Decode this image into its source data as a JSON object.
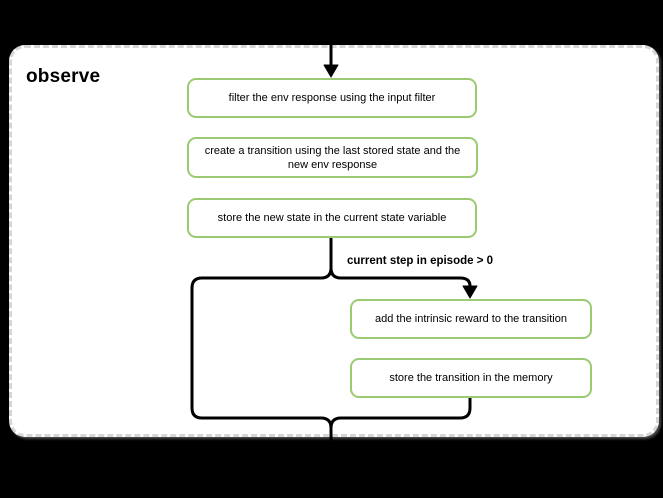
{
  "diagram": {
    "title": "observe",
    "condition_label": "current step in episode > 0",
    "nodes": [
      {
        "id": "filter-env-response",
        "label": "filter the env response using the input filter"
      },
      {
        "id": "create-transition",
        "label": "create a transition using the last stored state and the new env response"
      },
      {
        "id": "store-new-state",
        "label": "store the new state in the current state variable"
      },
      {
        "id": "add-intrinsic-reward",
        "label": "add the intrinsic reward to the transition"
      },
      {
        "id": "store-transition",
        "label": "store the transition in the memory"
      }
    ],
    "colors": {
      "background": "#000000",
      "panel_fill": "#ffffff",
      "panel_dashed_border": "#d5d5d5",
      "node_border": "#9acb72",
      "node_fill": "#ffffff",
      "connector": "#000000",
      "text": "#000000"
    }
  }
}
